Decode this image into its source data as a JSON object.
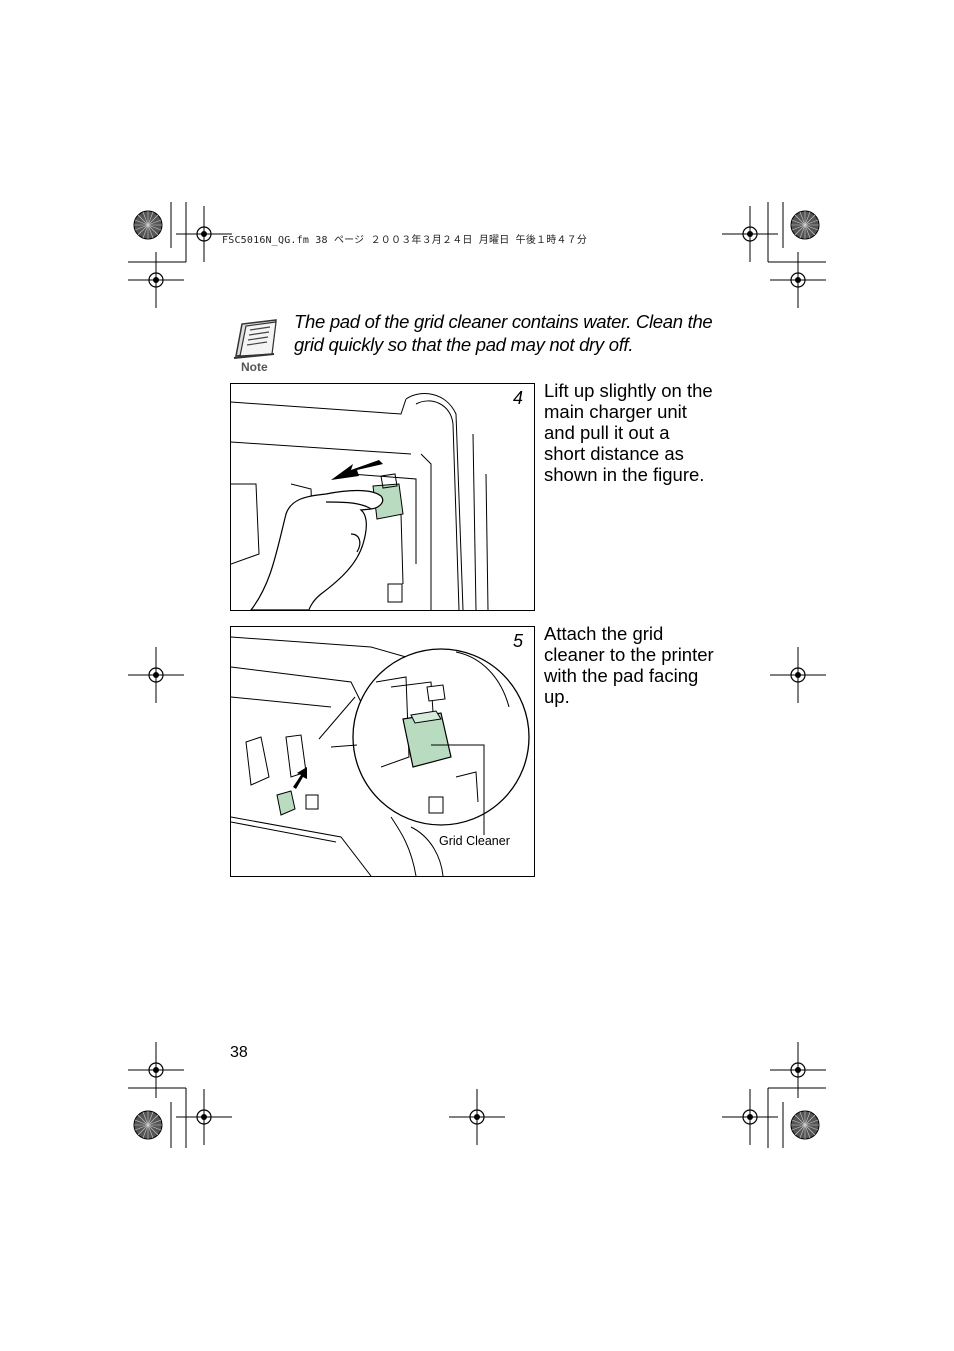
{
  "header": {
    "file_info": "FSC5016N_QG.fm  38 ページ  ２００３年３月２４日  月曜日  午後１時４７分"
  },
  "note": {
    "icon": "note-icon",
    "label": "Note",
    "text": "The pad of the grid cleaner contains water. Clean the grid quickly so that the pad may not dry off."
  },
  "steps": [
    {
      "number": "4",
      "text": "Lift up slightly on the main charger unit and pull it out a short distance as shown in the figure."
    },
    {
      "number": "5",
      "text": "Attach the grid cleaner to the printer with the pad facing up.",
      "callout": "Grid Cleaner"
    }
  ],
  "colors": {
    "accent_green": "#b9dcc0",
    "line": "#000000"
  },
  "page_number": "38"
}
